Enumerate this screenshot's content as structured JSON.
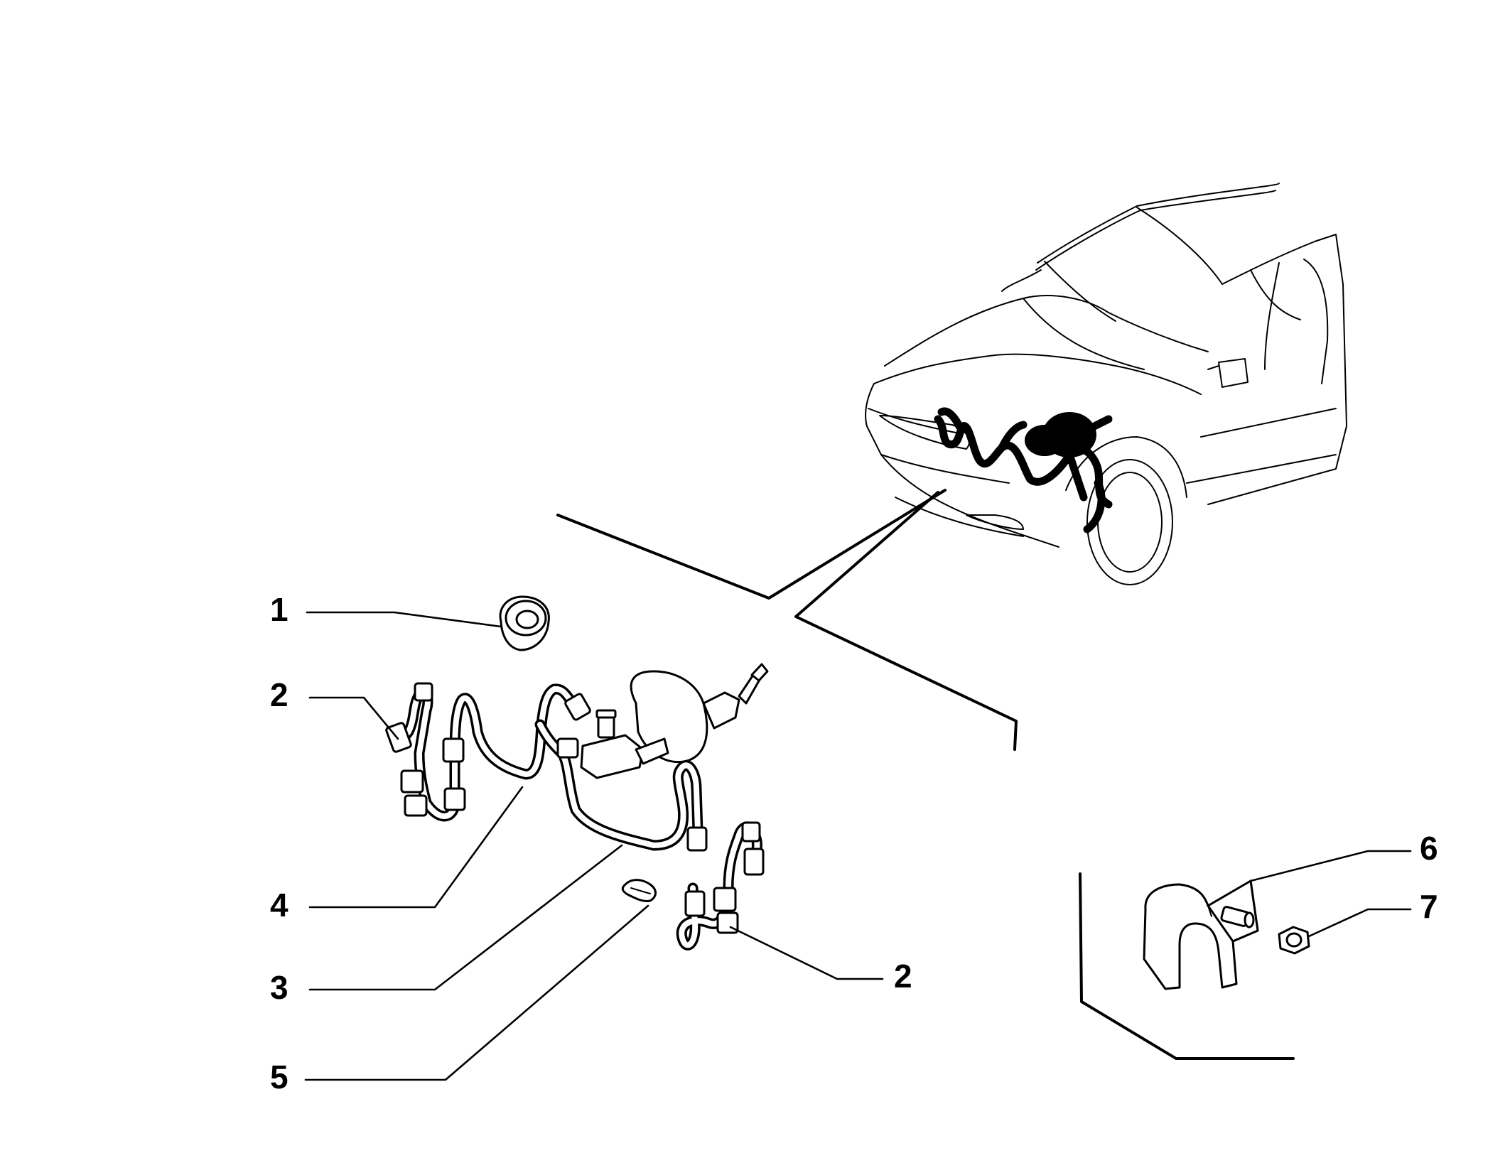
{
  "callouts": [
    {
      "id": "1",
      "label": "1"
    },
    {
      "id": "2a",
      "label": "2"
    },
    {
      "id": "2b",
      "label": "2"
    },
    {
      "id": "3",
      "label": "3"
    },
    {
      "id": "4",
      "label": "4"
    },
    {
      "id": "5",
      "label": "5"
    },
    {
      "id": "6",
      "label": "6"
    },
    {
      "id": "7",
      "label": "7"
    }
  ]
}
